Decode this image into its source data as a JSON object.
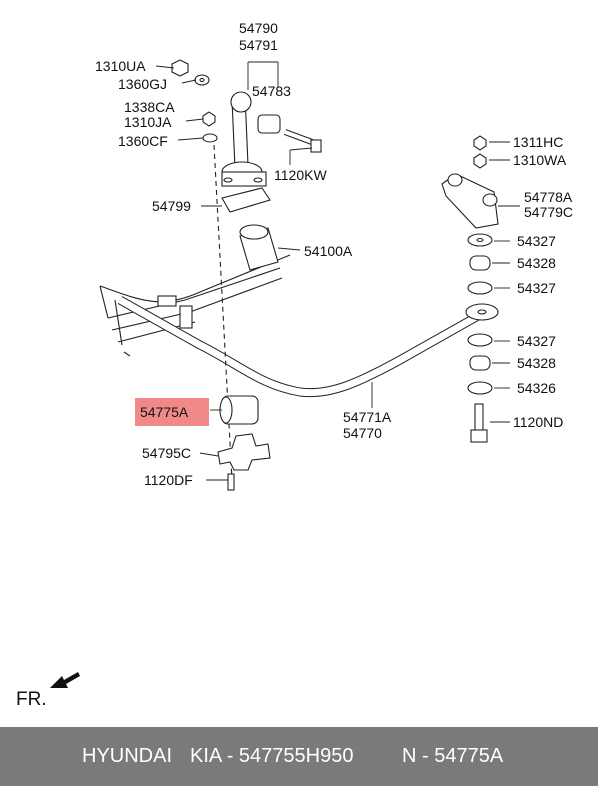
{
  "diagram": {
    "callouts": {
      "p54790": "54790",
      "p54791": "54791",
      "p1310UA": "1310UA",
      "p1360GJ": "1360GJ",
      "p54783": "54783",
      "p1338CA": "1338CA",
      "p1310JA": "1310JA",
      "p1360CF": "1360CF",
      "p1120KW": "1120KW",
      "p1311HC": "1311HC",
      "p1310WA": "1310WA",
      "p54778A": "54778A",
      "p54779C": "54779C",
      "p54799": "54799",
      "p54100A": "54100A",
      "p54327a": "54327",
      "p54328a": "54328",
      "p54327b": "54327",
      "p54327c": "54327",
      "p54328b": "54328",
      "p54326": "54326",
      "p54775A": "54775A",
      "p54771A": "54771A",
      "p54770": "54770",
      "p1120ND": "1120ND",
      "p54795C": "54795C",
      "p1120DF": "1120DF"
    },
    "highlight_color": "#f08a8a",
    "direction_label": "FR."
  },
  "footer": {
    "brand": "HYUNDAI",
    "oem": "KIA - 547755H950",
    "part_no": "N - 54775A"
  }
}
